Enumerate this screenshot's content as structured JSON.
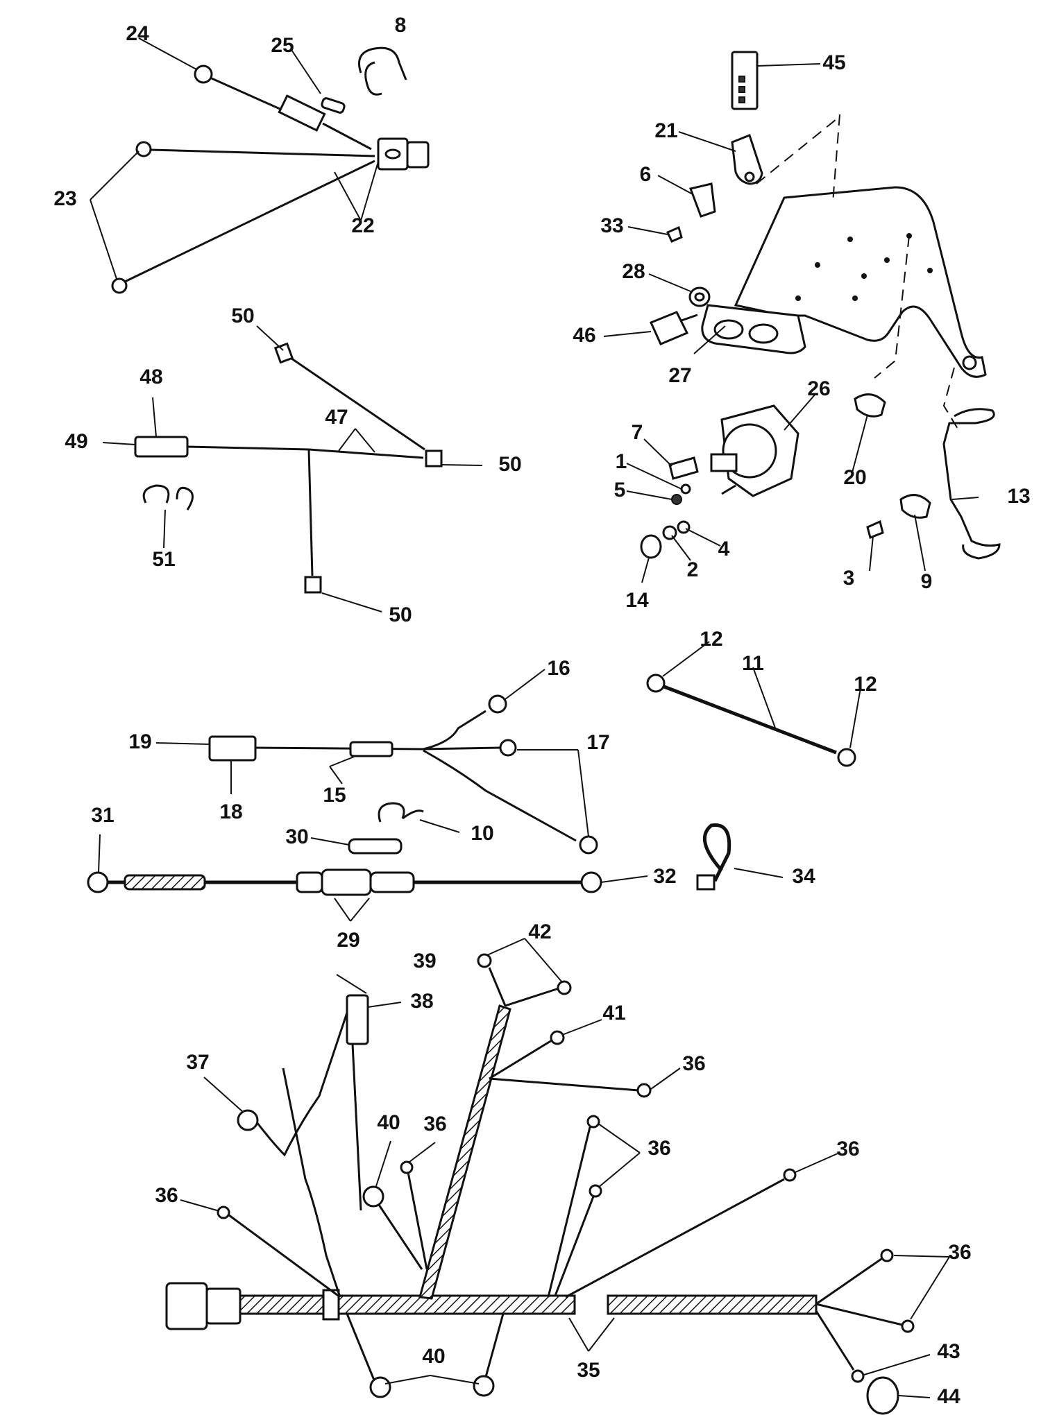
{
  "callouts": {
    "c1": "1",
    "c2": "2",
    "c3": "3",
    "c4": "4",
    "c5": "5",
    "c6": "6",
    "c7": "7",
    "c8": "8",
    "c9": "9",
    "c10": "10",
    "c11": "11",
    "c12a": "12",
    "c12b": "12",
    "c13": "13",
    "c14": "14",
    "c15": "15",
    "c16": "16",
    "c17": "17",
    "c18": "18",
    "c19": "19",
    "c20": "20",
    "c21": "21",
    "c22": "22",
    "c23": "23",
    "c24": "24",
    "c25": "25",
    "c26": "26",
    "c27": "27",
    "c28": "28",
    "c29": "29",
    "c30": "30",
    "c31": "31",
    "c32": "32",
    "c33": "33",
    "c34": "34",
    "c35": "35",
    "c36a": "36",
    "c36b": "36",
    "c36c": "36",
    "c36d": "36",
    "c36e": "36",
    "c36f": "36",
    "c37": "37",
    "c38": "38",
    "c39": "39",
    "c40a": "40",
    "c40b": "40",
    "c41": "41",
    "c42": "42",
    "c43": "43",
    "c44": "44",
    "c45": "45",
    "c46": "46",
    "c47": "47",
    "c48": "48",
    "c49": "49",
    "c50a": "50",
    "c50b": "50",
    "c50c": "50",
    "c51": "51"
  }
}
